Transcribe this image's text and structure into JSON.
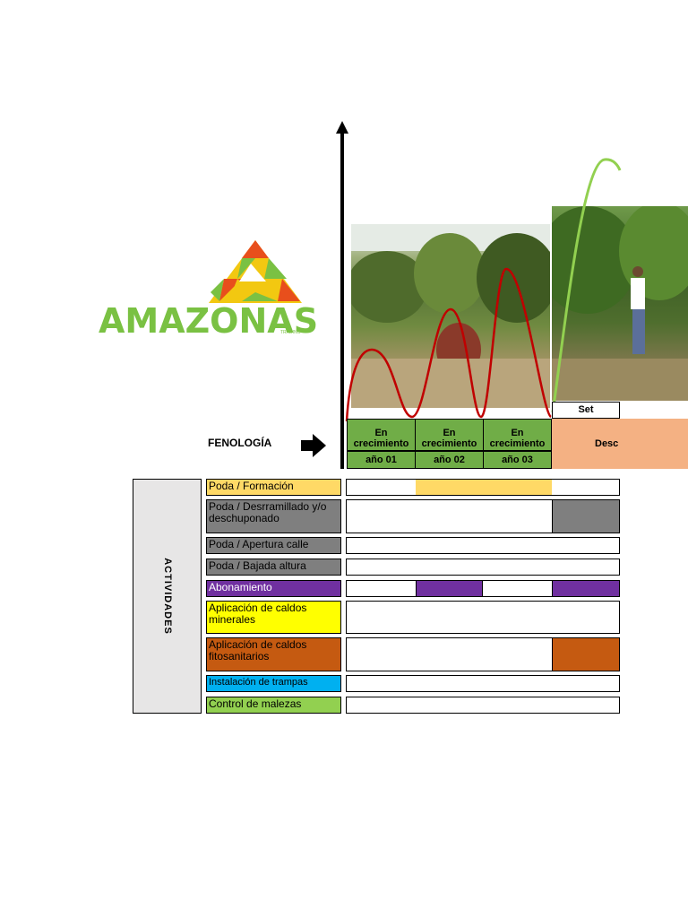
{
  "logo": {
    "name": "AMAZONAS",
    "sub": "TRADING"
  },
  "fenologia": {
    "label": "FENOLOGÍA"
  },
  "stages": [
    {
      "label": "En crecimiento",
      "year": "año 01"
    },
    {
      "label": "En crecimiento",
      "year": "año 02"
    },
    {
      "label": "En crecimiento",
      "year": "año 03"
    }
  ],
  "set_label": "Set",
  "desc_label": "Desc",
  "side_label": "ACTIVIDADES",
  "activities": [
    {
      "label": "Poda / Formación",
      "color": "#ffd966"
    },
    {
      "label": "Poda / Desrramillado y/o deschuponado",
      "color": "#7f7f7f"
    },
    {
      "label": "Poda / Apertura calle",
      "color": "#7f7f7f"
    },
    {
      "label": "Poda / Bajada altura",
      "color": "#7f7f7f"
    },
    {
      "label": "Abonamiento",
      "color": "#7030a0"
    },
    {
      "label": "Aplicación de caldos minerales",
      "color": "#ffff00"
    },
    {
      "label": "Aplicación de caldos fitosanitarios",
      "color": "#c55a11"
    },
    {
      "label": "Instalación de trampas",
      "color": "#00b0f0"
    },
    {
      "label": "Control de malezas",
      "color": "#92d050"
    }
  ],
  "colors": {
    "stage": "#70ad47",
    "desc": "#f4b183",
    "curve": "#c00000",
    "curve2": "#92d050",
    "side": "#e7e6e6"
  }
}
